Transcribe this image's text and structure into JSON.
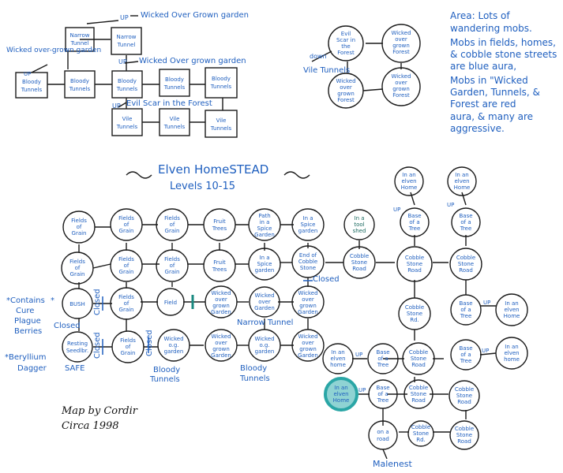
{
  "colors": {
    "ink": "#1a1a1a",
    "text": "#1f5fbf",
    "teal": "#1a8a80",
    "highlight": "#2aa6a6"
  },
  "title": "Elven HomeSTEAD",
  "subtitle": "Levels 10-15",
  "credit": [
    "Map by Cordir",
    "Circa 1998"
  ],
  "area_note": [
    "Area: Lots of",
    "wandering mobs.",
    "Mobs in fields, homes,",
    "& cobble stone streets",
    "are blue aura,",
    "Mobs in \"Wicked",
    "Garden, Tunnels, &",
    "Forest are red",
    "aura, & many are",
    "aggressive."
  ],
  "tunnels": {
    "boxes": [
      {
        "id": "t1",
        "label": [
          "Narrow",
          "Tunnel"
        ]
      },
      {
        "id": "t2",
        "label": [
          "Narrow",
          "Tunnel"
        ]
      },
      {
        "id": "t3",
        "label": [
          "Bloody",
          "Tunnels"
        ]
      },
      {
        "id": "t4",
        "label": [
          "Bloody",
          "Tunnels"
        ]
      },
      {
        "id": "t5",
        "label": [
          "Bloody",
          "Tunnels"
        ]
      },
      {
        "id": "t6",
        "label": [
          "Bloody",
          "Tunnels"
        ]
      },
      {
        "id": "t7",
        "label": [
          "Bloody",
          "Tunnels"
        ]
      },
      {
        "id": "t8",
        "label": [
          "Vile",
          "Tunnels"
        ]
      },
      {
        "id": "t9",
        "label": [
          "Vile",
          "Tunnels"
        ]
      },
      {
        "id": "t10",
        "label": [
          "Vile",
          "Tunnels"
        ]
      }
    ],
    "notes": [
      {
        "id": "n1",
        "text": "UP"
      },
      {
        "id": "n2",
        "text": "Wicked Over Grown garden"
      },
      {
        "id": "n3",
        "text": "UP"
      },
      {
        "id": "n4",
        "text": "Wicked Over grown garden"
      },
      {
        "id": "n5",
        "text": "UP"
      },
      {
        "id": "n6",
        "text": "Evil Scar in the Forest"
      },
      {
        "id": "n7",
        "text": "Wicked over-grown garden"
      }
    ]
  },
  "forest": {
    "nodes": [
      {
        "id": "f1",
        "label": [
          "Evil",
          "Scar in",
          "the",
          "Forest"
        ]
      },
      {
        "id": "f2",
        "label": [
          "Wicked",
          "over",
          "grown",
          "Forest"
        ]
      },
      {
        "id": "f3",
        "label": [
          "Wicked",
          "over",
          "grown",
          "Forest"
        ]
      },
      {
        "id": "f4",
        "label": [
          "Wicked",
          "over",
          "grown",
          "Forest"
        ]
      }
    ],
    "down_label": "down",
    "exit_label": "Vile Tunnels"
  },
  "nodes": [
    {
      "id": "a1",
      "label": [
        "Fields",
        "of",
        "Grain"
      ]
    },
    {
      "id": "a2",
      "label": [
        "Fields",
        "of",
        "Grain"
      ]
    },
    {
      "id": "a3",
      "label": [
        "Fields",
        "of",
        "Grain"
      ]
    },
    {
      "id": "a4",
      "label": [
        "Fruit",
        "Trees"
      ]
    },
    {
      "id": "a5",
      "label": [
        "Path",
        "in a",
        "Spice",
        "Garden"
      ]
    },
    {
      "id": "a6",
      "label": [
        "In a",
        "Spice",
        "garden"
      ]
    },
    {
      "id": "a7",
      "label": [
        "In a",
        "tool",
        "shed"
      ]
    },
    {
      "id": "b1",
      "label": [
        "Fields",
        "of",
        "Grain"
      ]
    },
    {
      "id": "b2",
      "label": [
        "Fields",
        "of",
        "Grain"
      ]
    },
    {
      "id": "b3",
      "label": [
        "Fields",
        "of",
        "Grain"
      ]
    },
    {
      "id": "b4",
      "label": [
        "Fruit",
        "Trees"
      ]
    },
    {
      "id": "b5",
      "label": [
        "In a",
        "Spice",
        "garden"
      ]
    },
    {
      "id": "b6",
      "label": [
        "End of",
        "Cobble",
        "Stone"
      ]
    },
    {
      "id": "b7",
      "label": [
        "Cobble",
        "Stone",
        "Road"
      ]
    },
    {
      "id": "b8",
      "label": [
        "Cobble",
        "Stone",
        "Road"
      ]
    },
    {
      "id": "b9",
      "label": [
        "Cobble",
        "Stone",
        "Road"
      ]
    },
    {
      "id": "c1",
      "label": [
        "BUSH"
      ]
    },
    {
      "id": "c2",
      "label": [
        "Fields",
        "of",
        "Grain"
      ]
    },
    {
      "id": "c3",
      "label": [
        "Field"
      ]
    },
    {
      "id": "c4",
      "label": [
        "Wicked",
        "over",
        "grown",
        "Garden"
      ]
    },
    {
      "id": "c5",
      "label": [
        "Wicked",
        "over",
        "Garden"
      ]
    },
    {
      "id": "c6",
      "label": [
        "Wicked",
        "over",
        "grown",
        "Garden"
      ]
    },
    {
      "id": "c7",
      "label": [
        "Cobble",
        "Stone",
        "Rd."
      ]
    },
    {
      "id": "c8",
      "label": [
        "Base",
        "of a",
        "Tree"
      ]
    },
    {
      "id": "c9",
      "label": [
        "In an",
        "elven",
        "Home"
      ]
    },
    {
      "id": "d1",
      "label": [
        "Resting",
        "Seedlbr."
      ]
    },
    {
      "id": "d2",
      "label": [
        "Fields",
        "of",
        "Grain"
      ]
    },
    {
      "id": "d3",
      "label": [
        "Wicked",
        "o.g.",
        "garden"
      ]
    },
    {
      "id": "d4",
      "label": [
        "Wicked",
        "over",
        "grown",
        "Garden"
      ]
    },
    {
      "id": "d5",
      "label": [
        "Wicked",
        "o.g.",
        "garden"
      ]
    },
    {
      "id": "d6",
      "label": [
        "Wicked",
        "over",
        "grown",
        "Garden"
      ]
    },
    {
      "id": "d7",
      "label": [
        "In an",
        "elven",
        "home"
      ]
    },
    {
      "id": "d8",
      "label": [
        "Base",
        "of a",
        "Tree"
      ]
    },
    {
      "id": "d9",
      "label": [
        "Cobble",
        "Stone",
        "Road"
      ]
    },
    {
      "id": "d10",
      "label": [
        "Base",
        "of a",
        "Tree"
      ]
    },
    {
      "id": "d11",
      "label": [
        "In an",
        "elven",
        "home"
      ]
    },
    {
      "id": "e1",
      "label": [
        "In an",
        "elven",
        "Home"
      ]
    },
    {
      "id": "e2",
      "label": [
        "Base",
        "of a",
        "Tree"
      ]
    },
    {
      "id": "e3",
      "label": [
        "Cobble",
        "Stone",
        "Road"
      ]
    },
    {
      "id": "e4",
      "label": [
        "Cobble",
        "Stone",
        "Road"
      ]
    },
    {
      "id": "e5",
      "label": [
        "on a",
        "road"
      ]
    },
    {
      "id": "e6",
      "label": [
        "Cobble",
        "Stone",
        "Rd."
      ]
    },
    {
      "id": "e7",
      "label": [
        "Cobble",
        "Stone",
        "Road"
      ]
    },
    {
      "id": "h1",
      "label": [
        "In an",
        "elven",
        "Home"
      ]
    },
    {
      "id": "h2",
      "label": [
        "Base",
        "of a",
        "Tree"
      ]
    },
    {
      "id": "h3",
      "label": [
        "In an",
        "elven",
        "Home"
      ]
    },
    {
      "id": "h4",
      "label": [
        "Base",
        "of a",
        "Tree"
      ]
    }
  ],
  "annotations": [
    {
      "id": "x1",
      "text": "*Contains"
    },
    {
      "id": "x2",
      "text": "Cure"
    },
    {
      "id": "x3",
      "text": "Plague"
    },
    {
      "id": "x4",
      "text": "Berries"
    },
    {
      "id": "x5",
      "text": "Closed"
    },
    {
      "id": "x6",
      "text": "*Beryllium"
    },
    {
      "id": "x7",
      "text": "Dagger"
    },
    {
      "id": "x8",
      "text": "SAFE"
    },
    {
      "id": "x9",
      "text": "Closed"
    },
    {
      "id": "x10",
      "text": "Closed"
    },
    {
      "id": "x11",
      "text": "Closed"
    },
    {
      "id": "x12",
      "text": "Closed"
    },
    {
      "id": "x13",
      "text": "Narrow Tunnel"
    },
    {
      "id": "x14",
      "text": "Bloody"
    },
    {
      "id": "x15",
      "text": "Tunnels"
    },
    {
      "id": "x16",
      "text": "Bloody"
    },
    {
      "id": "x17",
      "text": "Tunnels"
    },
    {
      "id": "x18",
      "text": "UP"
    },
    {
      "id": "x19",
      "text": "UP"
    },
    {
      "id": "x20",
      "text": "UP"
    },
    {
      "id": "x21",
      "text": "UP"
    },
    {
      "id": "x22",
      "text": "UP"
    },
    {
      "id": "x23",
      "text": "UP"
    },
    {
      "id": "x24",
      "text": "UP"
    },
    {
      "id": "x25",
      "text": "Malenest"
    },
    {
      "id": "x26",
      "text": "*"
    }
  ]
}
